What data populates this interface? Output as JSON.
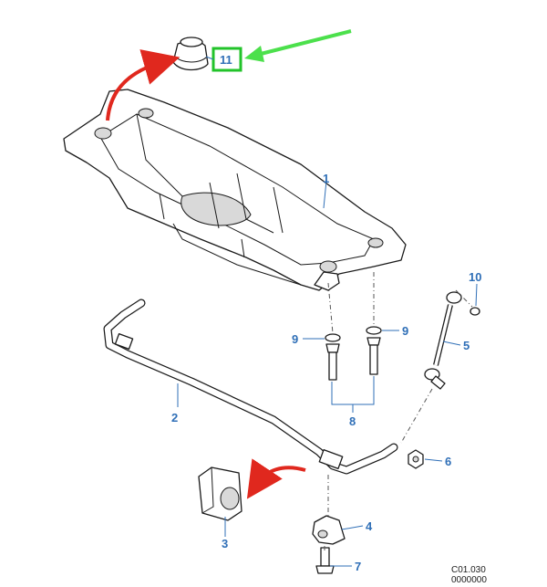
{
  "callouts": {
    "c1": "1",
    "c2": "2",
    "c3": "3",
    "c4": "4",
    "c5": "5",
    "c6": "6",
    "c7": "7",
    "c8": "8",
    "c9a": "9",
    "c9b": "9",
    "c10": "10",
    "c11": "11"
  },
  "reference": {
    "line1": "C01.030",
    "line2": "0000000"
  },
  "colors": {
    "callout": "#2f6fb7",
    "highlight_box": "#22c32a",
    "green_arrow": "#4ce04c",
    "red_arrow": "#e0281e"
  }
}
